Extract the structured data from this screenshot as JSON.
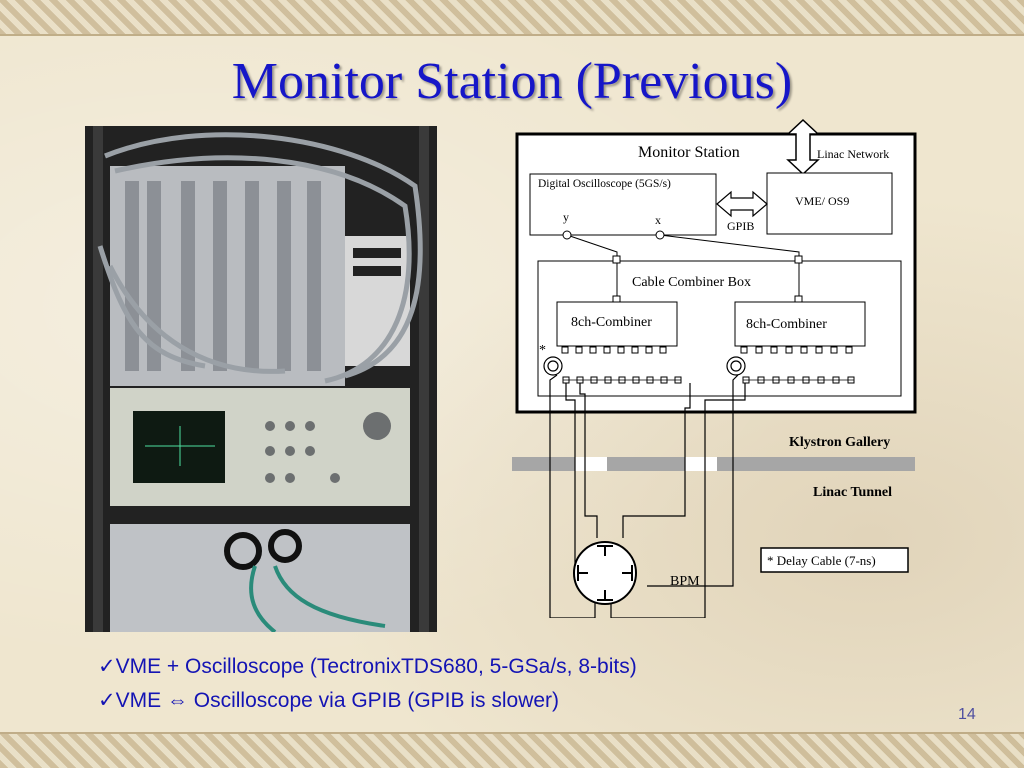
{
  "slide": {
    "title": "Monitor Station (Previous)",
    "page_number": "14"
  },
  "diagram": {
    "monitor_station_label": "Monitor Station",
    "linac_network_label": "Linac Network",
    "oscilloscope_label": "Digital Oscilloscope (5GS/s)",
    "y_label": "y",
    "x_label": "x",
    "vme_label": "VME/ OS9",
    "gpib_label": "GPIB",
    "combiner_box_label": "Cable Combiner Box",
    "combiner_left_label": "8ch-Combiner",
    "combiner_right_label": "8ch-Combiner",
    "delay_marker": "*",
    "klystron_gallery_label": "Klystron Gallery",
    "linac_tunnel_label": "Linac Tunnel",
    "delay_cable_label": "* Delay Cable (7-ns)",
    "bpm_label": "BPM"
  },
  "bullets": [
    "✓VME + Oscilloscope (TectronixTDS680, 5-GSa/s, 8-bits)",
    "✓VME ⇔ Oscilloscope via GPIB (GPIB is slower)"
  ],
  "colors": {
    "title": "#1616c8",
    "bullet_text": "#1414b4",
    "background": "#efe6cf"
  }
}
